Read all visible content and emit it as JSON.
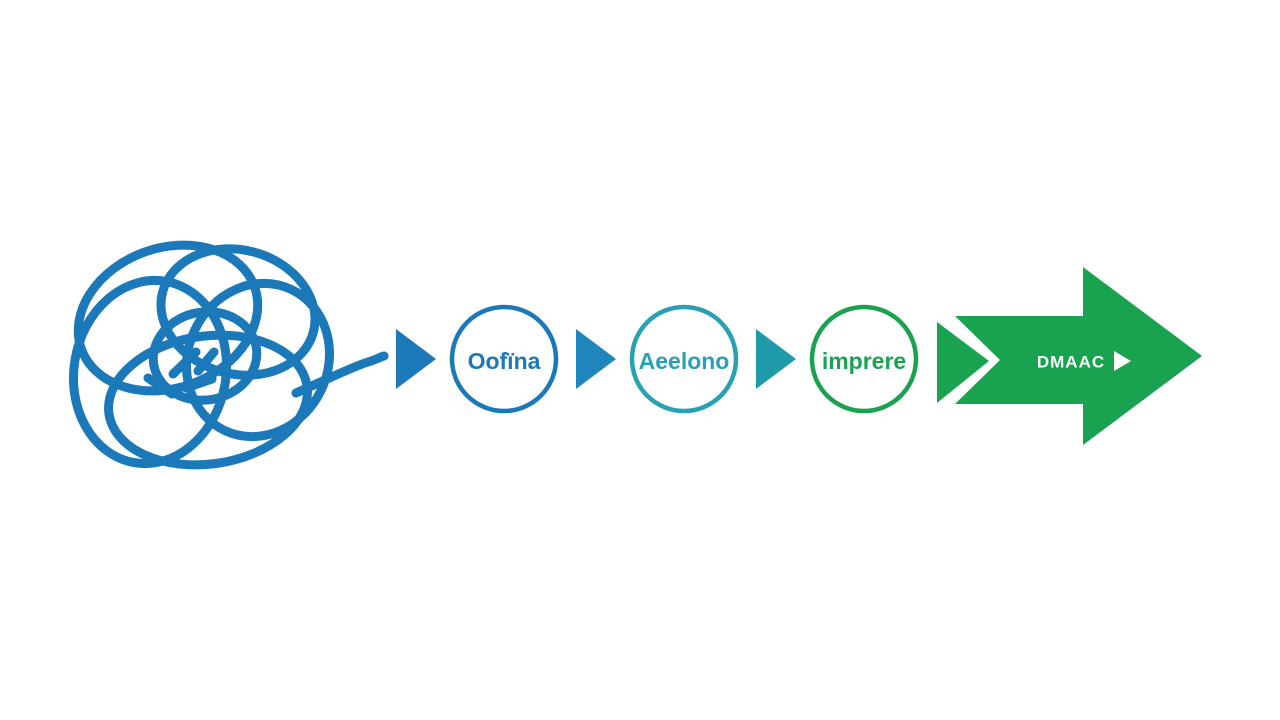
{
  "diagram": {
    "description": "process-flow-from-chaos-to-clarity",
    "colors": {
      "blue": "#1b79b9",
      "teal": "#28a2b2",
      "teal_arrow": "#1e9aab",
      "green": "#19a351",
      "white": "#ffffff",
      "background": "#ffffff"
    },
    "tangle": {
      "icon": "tangled-scribble-icon",
      "color": "#1b79b9"
    },
    "steps": [
      {
        "label": "Oofïna",
        "color": "#1b79b9",
        "arrow_color": "#1b79b9"
      },
      {
        "label": "Aeelono",
        "color": "#28a2b2",
        "arrow_color": "#1f85bd"
      },
      {
        "label": "imprere",
        "color": "#19a351",
        "arrow_color": "#1e9aab"
      }
    ],
    "final_arrow": {
      "label": "DMAAC",
      "color": "#19a351",
      "text_color": "#ffffff",
      "icon": "small-arrow-icon"
    }
  }
}
